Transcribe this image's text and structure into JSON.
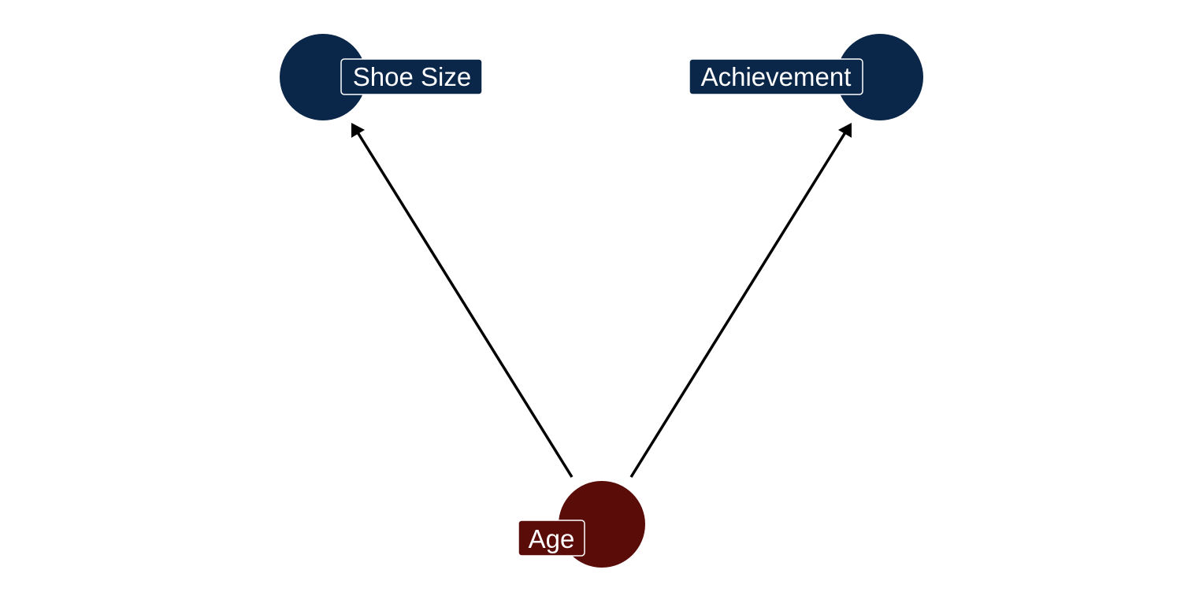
{
  "colors": {
    "background": "#ffffff",
    "outcome_node": "#0a2648",
    "confounder_node": "#5a0c08",
    "edge": "#000000",
    "label_border": "#ffffff",
    "label_text": "#ffffff"
  },
  "nodes": {
    "shoe_size": {
      "label": "Shoe Size"
    },
    "achievement": {
      "label": "Achievement"
    },
    "age": {
      "label": "Age"
    }
  },
  "edges": [
    {
      "from": "Age",
      "to": "Shoe Size"
    },
    {
      "from": "Age",
      "to": "Achievement"
    }
  ]
}
